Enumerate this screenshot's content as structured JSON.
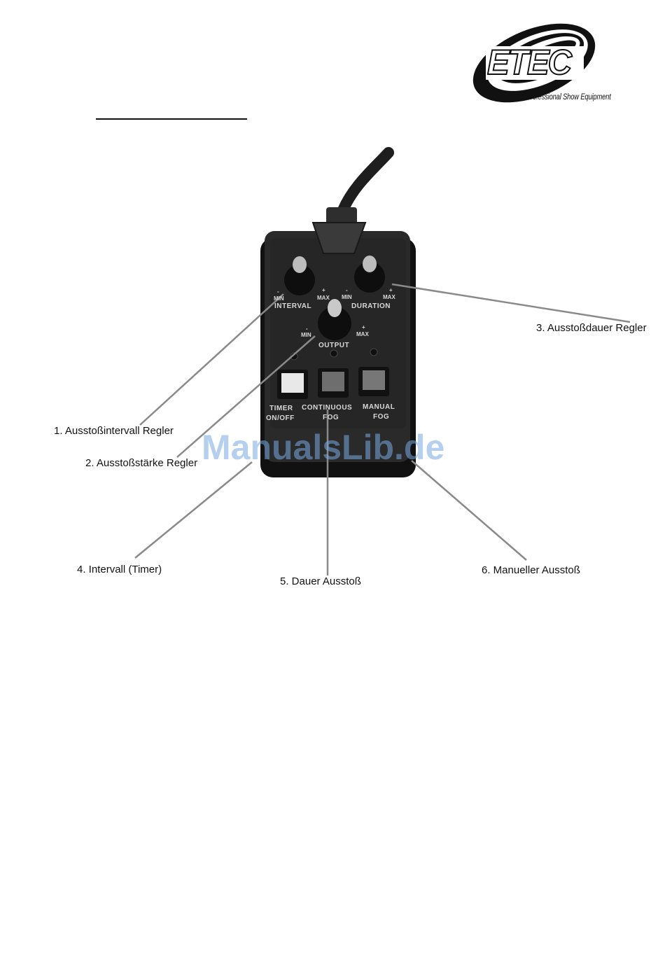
{
  "logo": {
    "name": "ETEC",
    "tagline": "Professional Show Equipment"
  },
  "device": {
    "knobs": {
      "interval": "INTERVAL",
      "duration": "DURATION",
      "output": "OUTPUT",
      "min": "MIN",
      "max": "MAX",
      "minus": "-",
      "plus": "+"
    },
    "buttons": {
      "timer_top": "TIMER",
      "timer_bottom": "ON/OFF",
      "continuous_top": "CONTINUOUS",
      "continuous_bottom": "FOG",
      "manual_top": "MANUAL",
      "manual_bottom": "FOG"
    }
  },
  "callouts": {
    "c1": "1. Ausstoßintervall Regler",
    "c2": "2. Ausstoßstärke Regler",
    "c3": "3. Ausstoßdauer Regler",
    "c4": "4. Intervall (Timer)",
    "c5": "5. Dauer Ausstoß",
    "c6": "6. Manueller Ausstoß"
  },
  "watermark": "ManualsLib.de",
  "colors": {
    "device_body": "#2a2a2a",
    "callout_line": "#8a8a8a",
    "watermark": "#78aae1"
  }
}
